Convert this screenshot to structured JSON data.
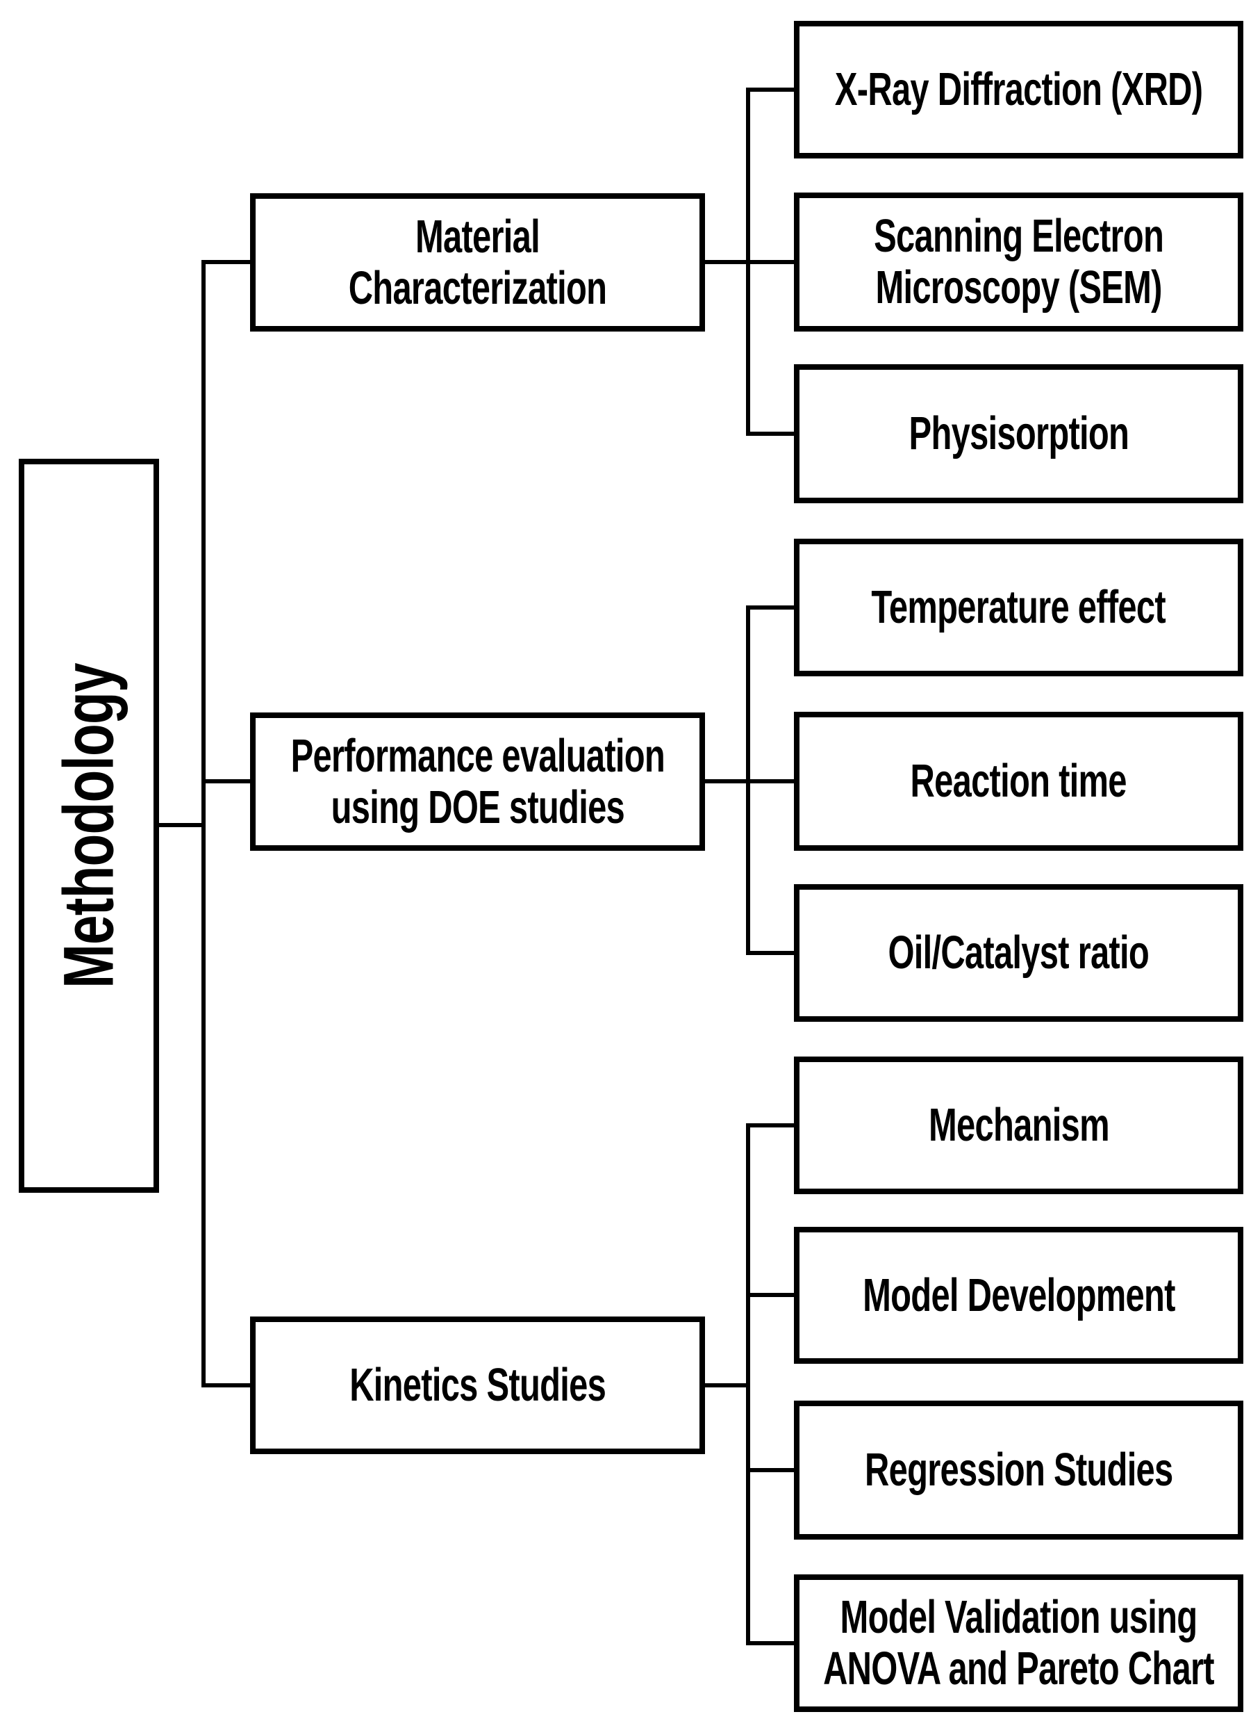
{
  "diagram": {
    "type": "tree-flowchart",
    "orientation": "left-to-right",
    "colors": {
      "background": "#ffffff",
      "box_fill": "#ffffff",
      "box_border": "#000000",
      "line": "#000000",
      "text": "#000000"
    }
  },
  "tree": {
    "root": {
      "label": "Methodology"
    },
    "branches": [
      {
        "id": "material-characterization",
        "lines": [
          "Material",
          "Characterization"
        ],
        "children": [
          {
            "id": "xrd",
            "lines": [
              "X-Ray Diffraction (XRD)"
            ]
          },
          {
            "id": "sem",
            "lines": [
              "Scanning Electron",
              "Microscopy (SEM)"
            ]
          },
          {
            "id": "physisorption",
            "lines": [
              "Physisorption"
            ]
          }
        ]
      },
      {
        "id": "doe-performance",
        "lines": [
          "Performance evaluation",
          "using DOE studies"
        ],
        "children": [
          {
            "id": "temperature-effect",
            "lines": [
              "Temperature effect"
            ]
          },
          {
            "id": "reaction-time",
            "lines": [
              "Reaction time"
            ]
          },
          {
            "id": "oil-catalyst-ratio",
            "lines": [
              "Oil/Catalyst ratio"
            ]
          }
        ]
      },
      {
        "id": "kinetics-studies",
        "lines": [
          "Kinetics Studies"
        ],
        "children": [
          {
            "id": "mechanism",
            "lines": [
              "Mechanism"
            ]
          },
          {
            "id": "model-development",
            "lines": [
              "Model Development"
            ]
          },
          {
            "id": "regression-studies",
            "lines": [
              "Regression Studies"
            ]
          },
          {
            "id": "model-validation",
            "lines": [
              "Model Validation using",
              "ANOVA and Pareto Chart"
            ]
          }
        ]
      }
    ]
  }
}
